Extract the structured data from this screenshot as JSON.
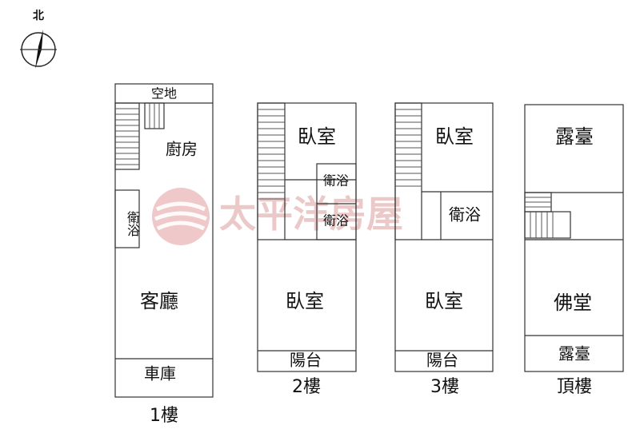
{
  "compass": {
    "label": "北"
  },
  "watermark": {
    "text": "太平洋房屋"
  },
  "floors": {
    "f1": {
      "label": "1樓",
      "rooms": {
        "open_space": "空地",
        "kitchen": "廚房",
        "bath": "衛浴",
        "living": "客廳",
        "garage": "車庫"
      }
    },
    "f2": {
      "label": "2樓",
      "rooms": {
        "bedroom_top": "臥室",
        "bath_1": "衛浴",
        "bath_2": "衛浴",
        "bedroom_bottom": "臥室",
        "balcony": "陽台"
      }
    },
    "f3": {
      "label": "3樓",
      "rooms": {
        "bedroom_top": "臥室",
        "bath": "衛浴",
        "bedroom_bottom": "臥室",
        "balcony": "陽台"
      }
    },
    "roof": {
      "label": "頂樓",
      "rooms": {
        "terrace_top": "露臺",
        "shrine": "佛堂",
        "terrace_bottom": "露臺"
      }
    }
  }
}
